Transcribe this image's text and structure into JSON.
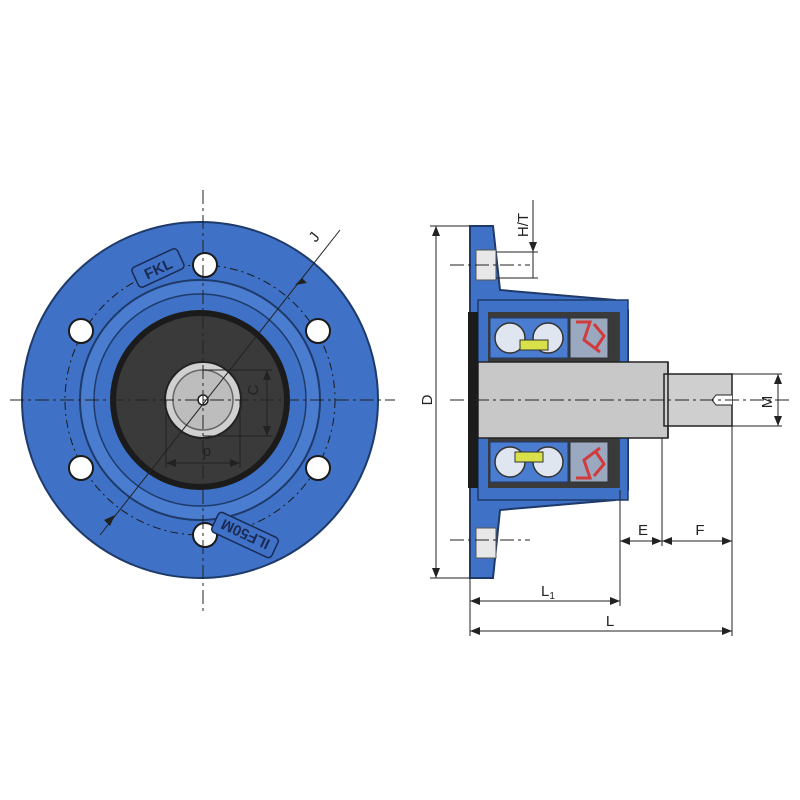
{
  "brand": {
    "logo_text": "FKL",
    "model_text": "ILF50M"
  },
  "labels": {
    "J": "J",
    "C": "C",
    "d": "d",
    "D": "D",
    "HT": "H/T",
    "M": "M",
    "E": "E",
    "F": "F",
    "L1_main": "L",
    "L1_sub": "1",
    "L": "L"
  },
  "colors": {
    "housing_blue": "#3f72c6",
    "housing_light": "#5a8ad8",
    "insert_dark": "#3a3a3a",
    "shaft_grey": "#c8c8c8",
    "seal_red": "#d23b3b",
    "bearing_yellow": "#d8e04a"
  }
}
